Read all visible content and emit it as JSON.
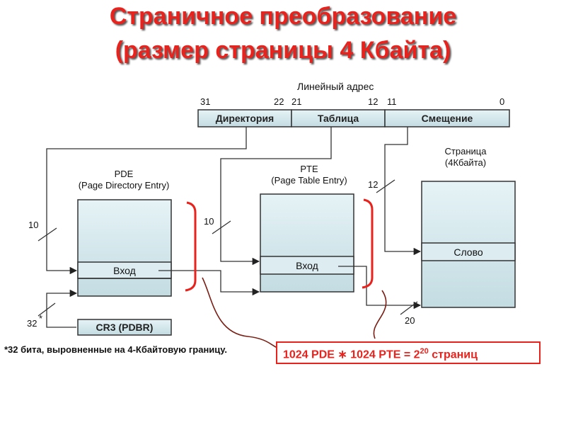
{
  "title_line1": "Страничное преобразование",
  "title_line2": "(размер страницы 4 Кбайта)",
  "linear_address_label": "Линейный адрес",
  "bits": {
    "b31": "31",
    "b22": "22",
    "b21": "21",
    "b12": "12",
    "b11": "11",
    "b0": "0"
  },
  "segments": {
    "directory": "Директория",
    "table": "Таблица",
    "offset": "Смещение"
  },
  "pde": {
    "line1": "PDE",
    "line2": "(Page Directory Entry)",
    "entry": "Вход"
  },
  "pte": {
    "line1": "PTE",
    "line2": "(Page Table Entry)",
    "entry": "Вход"
  },
  "page": {
    "line1": "Страница",
    "line2": "(4Кбайта)",
    "word": "Слово"
  },
  "widths": {
    "w10_left": "10",
    "w10_mid": "10",
    "w12": "12",
    "w20": "20",
    "w32": "32",
    "w32_star": "*"
  },
  "cr3": "CR3 (PDBR)",
  "note": "*32 бита, выровненные на 4-Кбайтовую границу.",
  "formula": {
    "prefix": "1024 PDE ∗ 1024 PTE = 2",
    "exp": "20",
    "suffix": " страниц"
  },
  "colors": {
    "title": "#e8221c",
    "box_top": "#d8ecf0",
    "box_bottom": "#c5dde3",
    "bracket": "#e8221c",
    "formula_border": "#e8221c"
  }
}
